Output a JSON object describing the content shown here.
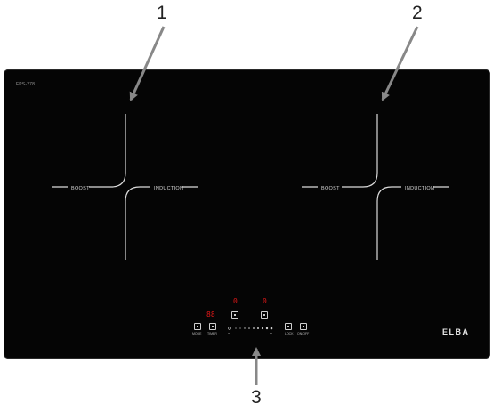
{
  "callouts": [
    "1",
    "2",
    "3"
  ],
  "model_text": "FPS-278",
  "zones": [
    {
      "left_label": "BOOST",
      "right_label": "INDUCTION"
    },
    {
      "left_label": "BOOST",
      "right_label": "INDUCTION"
    }
  ],
  "brand": "ELBA",
  "panel": {
    "timer_display": "88",
    "zone_displays": [
      "0",
      "0"
    ],
    "key_labels": [
      "MODE",
      "TIMER",
      "LOCK",
      "ON/OFF"
    ],
    "minus": "−",
    "plus": "+"
  },
  "colors": {
    "glass": "#050505",
    "display_red": "#e01818",
    "markings": "#d9d9d9"
  }
}
